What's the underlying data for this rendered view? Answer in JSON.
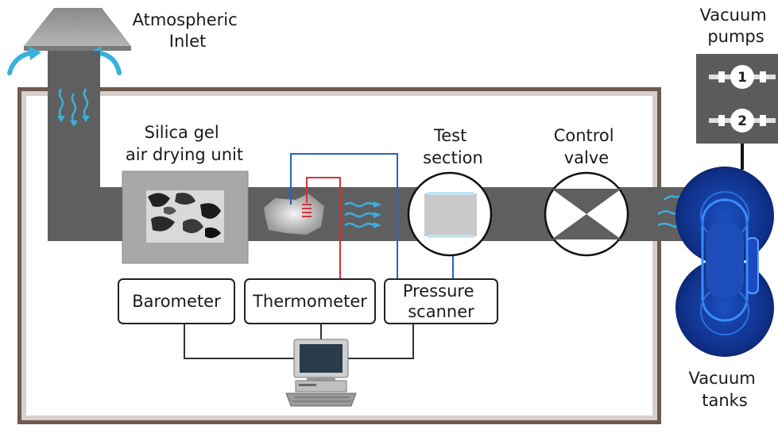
{
  "labels": {
    "atmospheric_inlet": [
      "Atmospheric",
      "Inlet"
    ],
    "silica_gel": [
      "Silica gel",
      "air drying unit"
    ],
    "test_section": [
      "Test",
      "section"
    ],
    "control_valve": [
      "Control",
      "valve"
    ],
    "vacuum_pumps": [
      "Vacuum",
      "pumps"
    ],
    "vacuum_tanks": [
      "Vacuum",
      "tanks"
    ]
  },
  "instruments": {
    "barometer": "Barometer",
    "thermometer": "Thermometer",
    "pressure_scanner": [
      "Pressure",
      "scanner"
    ]
  },
  "pumps": [
    "1",
    "2"
  ],
  "colors": {
    "duct": "#5f5f5f",
    "enclosure_border": "#5a4a3c",
    "airflow": "#3ab0dd",
    "thermo_wire": "#d4323a",
    "pressure_wire": "#2a62c4",
    "tank": "#0f2f86",
    "pump_box": "#5b5b5b"
  },
  "icons": [
    "inlet-hood-icon",
    "computer-icon",
    "valve-icon",
    "vacuum-tank-icon",
    "pump-icon",
    "airflow-arrow-icon"
  ]
}
